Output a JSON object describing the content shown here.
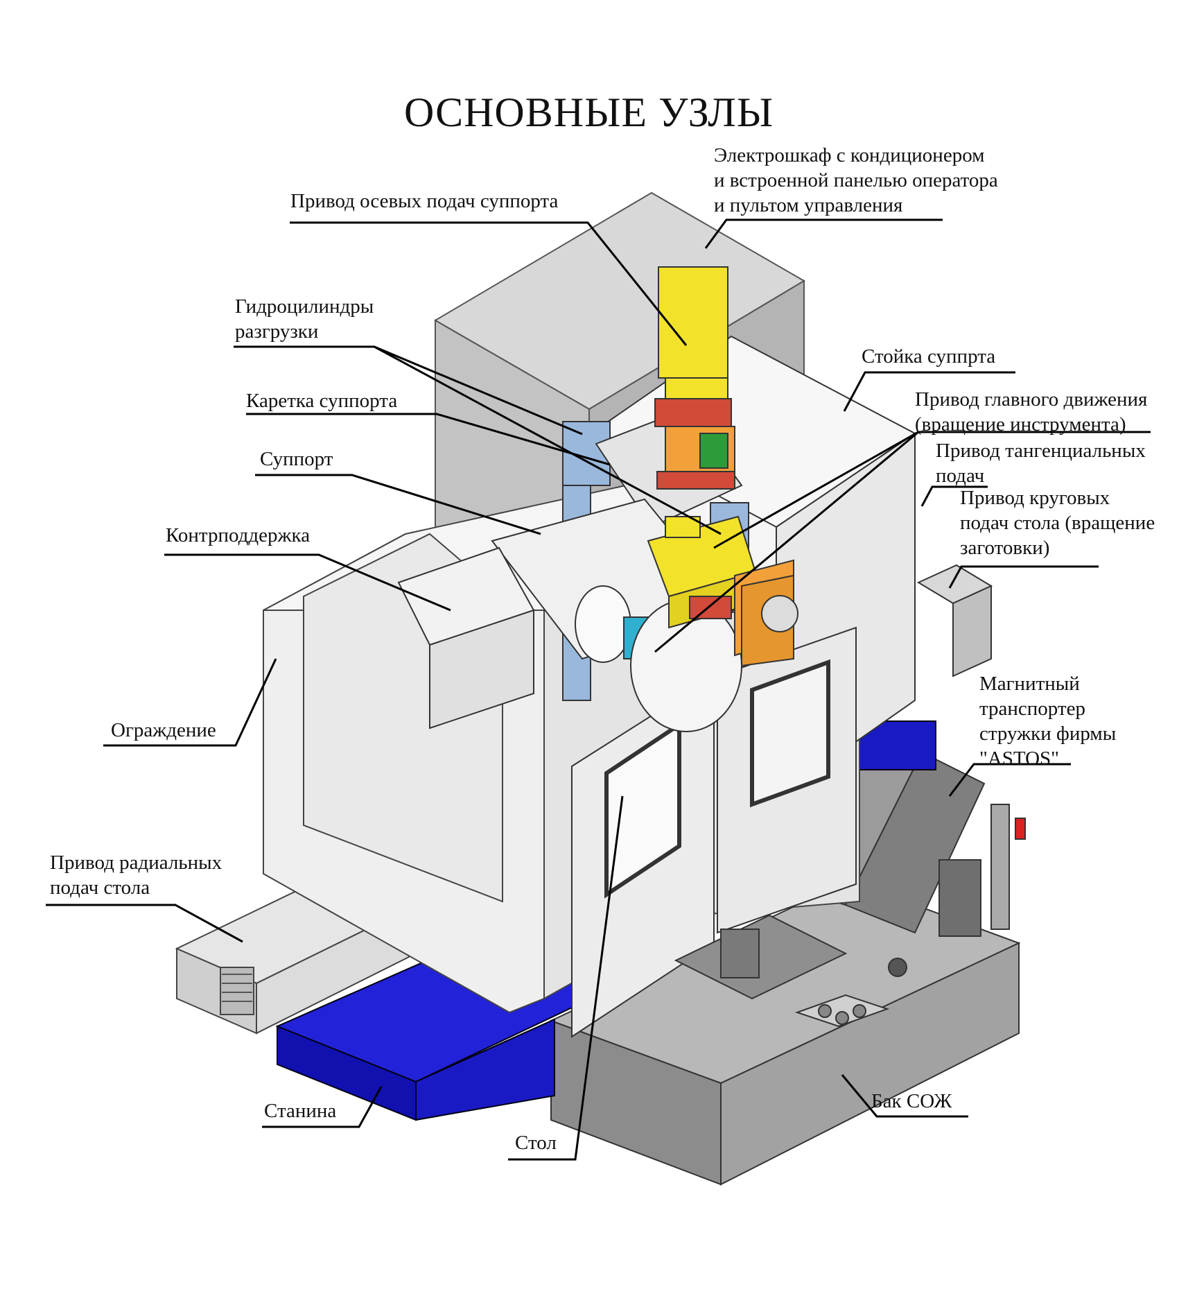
{
  "title": "ОСНОВНЫЕ УЗЛЫ",
  "labels": {
    "electrical_cabinet": [
      "Электрошкаф с кондиционером",
      "и встроенной панелью оператора",
      "и пультом управления"
    ],
    "axial_feed_drive": [
      "Привод осевых подач суппорта"
    ],
    "hydraulic_cylinders": [
      "Гидроцилиндры",
      "разгрузки"
    ],
    "support_column": [
      "Стойка суппрта"
    ],
    "carriage": [
      "Каретка суппорта"
    ],
    "main_drive": [
      "Привод главного движения",
      "(вращение инструмента)"
    ],
    "support": [
      "Суппорт"
    ],
    "tangential_feed_drive": [
      "Привод тангенциальных",
      "подач"
    ],
    "circular_feed_drive": [
      "Привод круговых",
      "подач стола (вращение",
      "заготовки)"
    ],
    "counter_support": [
      "Контрподдержка"
    ],
    "guard": [
      "Ограждение"
    ],
    "chip_conveyor": [
      "Магнитный",
      "транспортер",
      "стружки фирмы",
      "\"ASTOS\""
    ],
    "radial_feed_drive": [
      "Привод радиальных",
      "подач стола"
    ],
    "bed": [
      "Станина"
    ],
    "coolant_tank": [
      "Бак СОЖ"
    ],
    "table": [
      "Стол"
    ]
  },
  "colors": {
    "cabinet_grey": "#c9c9c9",
    "machine_light": "#efefef",
    "bed_blue": "#1515c8",
    "motor_yellow": "#f2e22a",
    "motor_orange": "#f2a13a",
    "flange_red": "#d14a3a",
    "cylinder_blue": "#9ab8dc",
    "tank_grey": "#9a9a9a",
    "leader_line": "#000000"
  }
}
